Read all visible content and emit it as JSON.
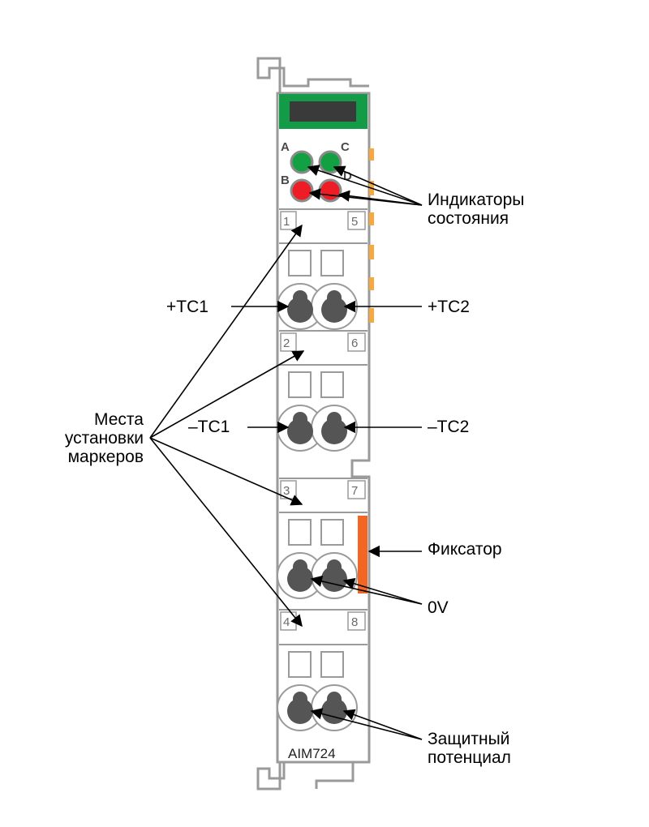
{
  "colors": {
    "body_outline": "#9a9a9a",
    "display_green": "#139b47",
    "display_dark": "#3a3a3a",
    "led_green": "#13a043",
    "led_red": "#ee1c24",
    "latch": "#f26522",
    "side_tabs": "#f7a940",
    "terminal_screw": "#555555"
  },
  "module": {
    "model": "AIM724",
    "led_letters": [
      "A",
      "C",
      "B",
      "D"
    ],
    "markers": [
      {
        "left": "1",
        "right": "5"
      },
      {
        "left": "2",
        "right": "6"
      },
      {
        "left": "3",
        "right": "7"
      },
      {
        "left": "4",
        "right": "8"
      }
    ]
  },
  "labels": {
    "indicators_line1": "Индикаторы",
    "indicators_line2": "состояния",
    "tc1_plus": "+TC1",
    "tc2_plus": "+TC2",
    "tc1_minus": "–TC1",
    "tc2_minus": "–TC2",
    "markers_line1": "Места",
    "markers_line2": "установки",
    "markers_line3": "маркеров",
    "latch": "Фиксатор",
    "zero_v": "0V",
    "shield_line1": "Защитный",
    "shield_line2": "потенциал"
  }
}
